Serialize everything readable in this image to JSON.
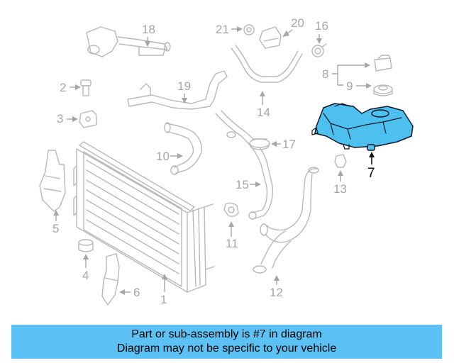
{
  "diagram": {
    "callouts": [
      "1",
      "2",
      "3",
      "4",
      "5",
      "6",
      "7",
      "8",
      "9",
      "10",
      "11",
      "12",
      "13",
      "14",
      "15",
      "16",
      "17",
      "18",
      "19",
      "20",
      "21"
    ],
    "highlighted": "7",
    "colors": {
      "highlight_fill": "#4dc0f0",
      "part_stroke": "#b8b8b8",
      "label_gray": "#a6a6a6",
      "label_dark": "#111111"
    }
  },
  "banner": {
    "line1": "Part or sub-assembly is #7 in diagram",
    "line2": "Diagram may not be specific to your vehicle",
    "color": "#5cc2f5"
  }
}
